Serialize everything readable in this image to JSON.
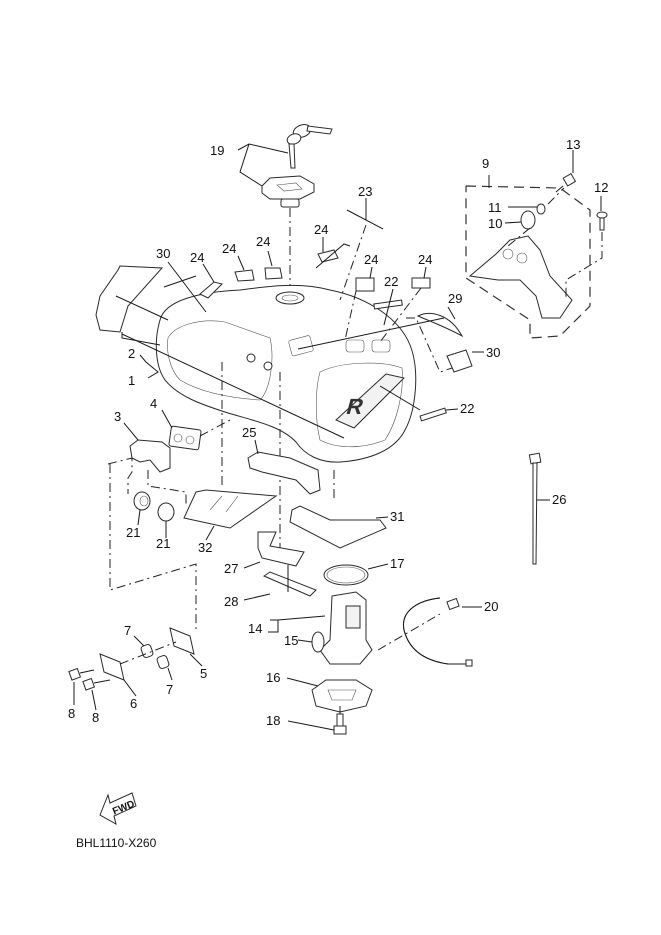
{
  "diagram": {
    "title": "Fuel tank assembly exploded view",
    "drawing_code": "BHL1110-X260",
    "direction_label": "FWD",
    "colors": {
      "line": "#1a1a1a",
      "background": "#ffffff"
    },
    "callouts": [
      {
        "id": "c19",
        "label": "19",
        "part": "fuel-cap-and-keys"
      },
      {
        "id": "c13",
        "label": "13",
        "part": "bolt"
      },
      {
        "id": "c9",
        "label": "9",
        "part": "bracket-assembly"
      },
      {
        "id": "c12",
        "label": "12",
        "part": "screw"
      },
      {
        "id": "c11",
        "label": "11",
        "part": "collar"
      },
      {
        "id": "c10",
        "label": "10",
        "part": "damper"
      },
      {
        "id": "c23",
        "label": "23",
        "part": "tape"
      },
      {
        "id": "c30a",
        "label": "30",
        "part": "decal"
      },
      {
        "id": "c24a",
        "label": "24",
        "part": "damper"
      },
      {
        "id": "c24b",
        "label": "24",
        "part": "damper"
      },
      {
        "id": "c24c",
        "label": "24",
        "part": "damper"
      },
      {
        "id": "c24d",
        "label": "24",
        "part": "damper"
      },
      {
        "id": "c24e",
        "label": "24",
        "part": "damper"
      },
      {
        "id": "c24f",
        "label": "24",
        "part": "damper"
      },
      {
        "id": "c22a",
        "label": "22",
        "part": "damper"
      },
      {
        "id": "c29",
        "label": "29",
        "part": "cover"
      },
      {
        "id": "c30b",
        "label": "30",
        "part": "decal"
      },
      {
        "id": "c2",
        "label": "2",
        "part": "graphic"
      },
      {
        "id": "c1",
        "label": "1",
        "part": "fuel-tank"
      },
      {
        "id": "c22b",
        "label": "22",
        "part": "damper"
      },
      {
        "id": "c4",
        "label": "4",
        "part": "damper"
      },
      {
        "id": "c3",
        "label": "3",
        "part": "bracket"
      },
      {
        "id": "c25",
        "label": "25",
        "part": "cover"
      },
      {
        "id": "c26",
        "label": "26",
        "part": "cable-tie"
      },
      {
        "id": "c21a",
        "label": "21",
        "part": "collar"
      },
      {
        "id": "c21b",
        "label": "21",
        "part": "collar"
      },
      {
        "id": "c32",
        "label": "32",
        "part": "sheet"
      },
      {
        "id": "c31",
        "label": "31",
        "part": "damper"
      },
      {
        "id": "c27",
        "label": "27",
        "part": "seal"
      },
      {
        "id": "c17",
        "label": "17",
        "part": "gasket"
      },
      {
        "id": "c28",
        "label": "28",
        "part": "damper"
      },
      {
        "id": "c20",
        "label": "20",
        "part": "fuel-hose"
      },
      {
        "id": "c14",
        "label": "14",
        "part": "fuel-pump-assembly"
      },
      {
        "id": "c15",
        "label": "15",
        "part": "filter"
      },
      {
        "id": "c7a",
        "label": "7",
        "part": "collar"
      },
      {
        "id": "c5",
        "label": "5",
        "part": "bracket"
      },
      {
        "id": "c7b",
        "label": "7",
        "part": "collar"
      },
      {
        "id": "c16",
        "label": "16",
        "part": "pump-retainer-plate"
      },
      {
        "id": "c8a",
        "label": "8",
        "part": "bolt"
      },
      {
        "id": "c6",
        "label": "6",
        "part": "bracket"
      },
      {
        "id": "c8b",
        "label": "8",
        "part": "bolt"
      },
      {
        "id": "c18",
        "label": "18",
        "part": "bolt"
      }
    ],
    "tank_graphic_text": "R"
  }
}
